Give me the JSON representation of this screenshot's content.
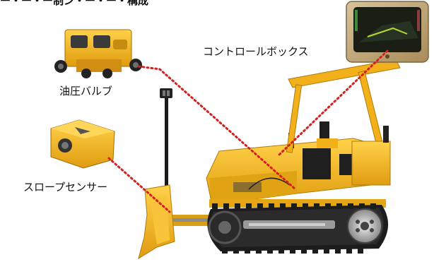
{
  "diagram": {
    "heading": "ー・ー・ー制ン・ー・ー・構成",
    "labels": {
      "control_box": "コントロールボックス",
      "hydraulic_valve": "油圧バルブ",
      "slope_sensor": "スロープセンサー"
    },
    "colors": {
      "bulldozer_body": "#f2b01a",
      "bulldozer_shadow": "#c98a0b",
      "track": "#1c1c1c",
      "connector_line": "#d62020",
      "label_text": "#111111"
    },
    "icons": [
      "bulldozer-icon",
      "control-box-icon",
      "hydraulic-valve-icon",
      "slope-sensor-icon",
      "gps-mast-icon"
    ]
  }
}
